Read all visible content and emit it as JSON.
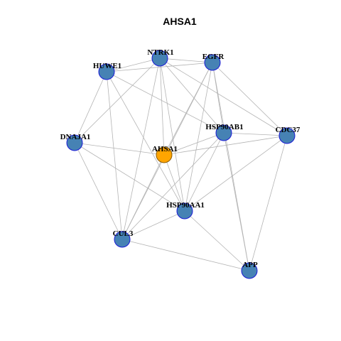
{
  "title": "AHSA1",
  "colors": {
    "hub_fill": "#ffa500",
    "node_fill": "#4682b4",
    "node_stroke": "#1a1ad6",
    "hub_stroke": "#8a5a00",
    "edge": "#b4b4b4"
  },
  "nodes": [
    {
      "id": "AHSA1",
      "label": "AHSA1",
      "hub": true
    },
    {
      "id": "NTRK1",
      "label": "NTRK1"
    },
    {
      "id": "EGFR",
      "label": "EGFR"
    },
    {
      "id": "HUWE1",
      "label": "HUWE1"
    },
    {
      "id": "DNAJA1",
      "label": "DNAJA1"
    },
    {
      "id": "HSP90AB1",
      "label": "HSP90AB1"
    },
    {
      "id": "CDC37",
      "label": "CDC37"
    },
    {
      "id": "HSP90AA1",
      "label": "HSP90AA1"
    },
    {
      "id": "CUL3",
      "label": "CUL3"
    },
    {
      "id": "APP",
      "label": "APP"
    }
  ],
  "edges": [
    [
      "AHSA1",
      "NTRK1"
    ],
    [
      "AHSA1",
      "EGFR"
    ],
    [
      "AHSA1",
      "DNAJA1"
    ],
    [
      "AHSA1",
      "HSP90AB1"
    ],
    [
      "AHSA1",
      "CDC37"
    ],
    [
      "AHSA1",
      "HSP90AA1"
    ],
    [
      "AHSA1",
      "CUL3"
    ],
    [
      "NTRK1",
      "HUWE1"
    ],
    [
      "NTRK1",
      "EGFR"
    ],
    [
      "NTRK1",
      "DNAJA1"
    ],
    [
      "NTRK1",
      "HSP90AB1"
    ],
    [
      "NTRK1",
      "CDC37"
    ],
    [
      "NTRK1",
      "HSP90AA1"
    ],
    [
      "NTRK1",
      "CUL3"
    ],
    [
      "EGFR",
      "HUWE1"
    ],
    [
      "EGFR",
      "HSP90AB1"
    ],
    [
      "EGFR",
      "CDC37"
    ],
    [
      "EGFR",
      "HSP90AA1"
    ],
    [
      "EGFR",
      "APP"
    ],
    [
      "EGFR",
      "CUL3"
    ],
    [
      "HUWE1",
      "DNAJA1"
    ],
    [
      "HUWE1",
      "HSP90AB1"
    ],
    [
      "HUWE1",
      "HSP90AA1"
    ],
    [
      "HUWE1",
      "CUL3"
    ],
    [
      "DNAJA1",
      "HSP90AA1"
    ],
    [
      "DNAJA1",
      "CUL3"
    ],
    [
      "HSP90AB1",
      "CDC37"
    ],
    [
      "HSP90AB1",
      "HSP90AA1"
    ],
    [
      "HSP90AB1",
      "CUL3"
    ],
    [
      "HSP90AB1",
      "APP"
    ],
    [
      "CDC37",
      "HSP90AA1"
    ],
    [
      "CDC37",
      "APP"
    ],
    [
      "HSP90AA1",
      "CUL3"
    ],
    [
      "HSP90AA1",
      "APP"
    ],
    [
      "CUL3",
      "APP"
    ]
  ]
}
